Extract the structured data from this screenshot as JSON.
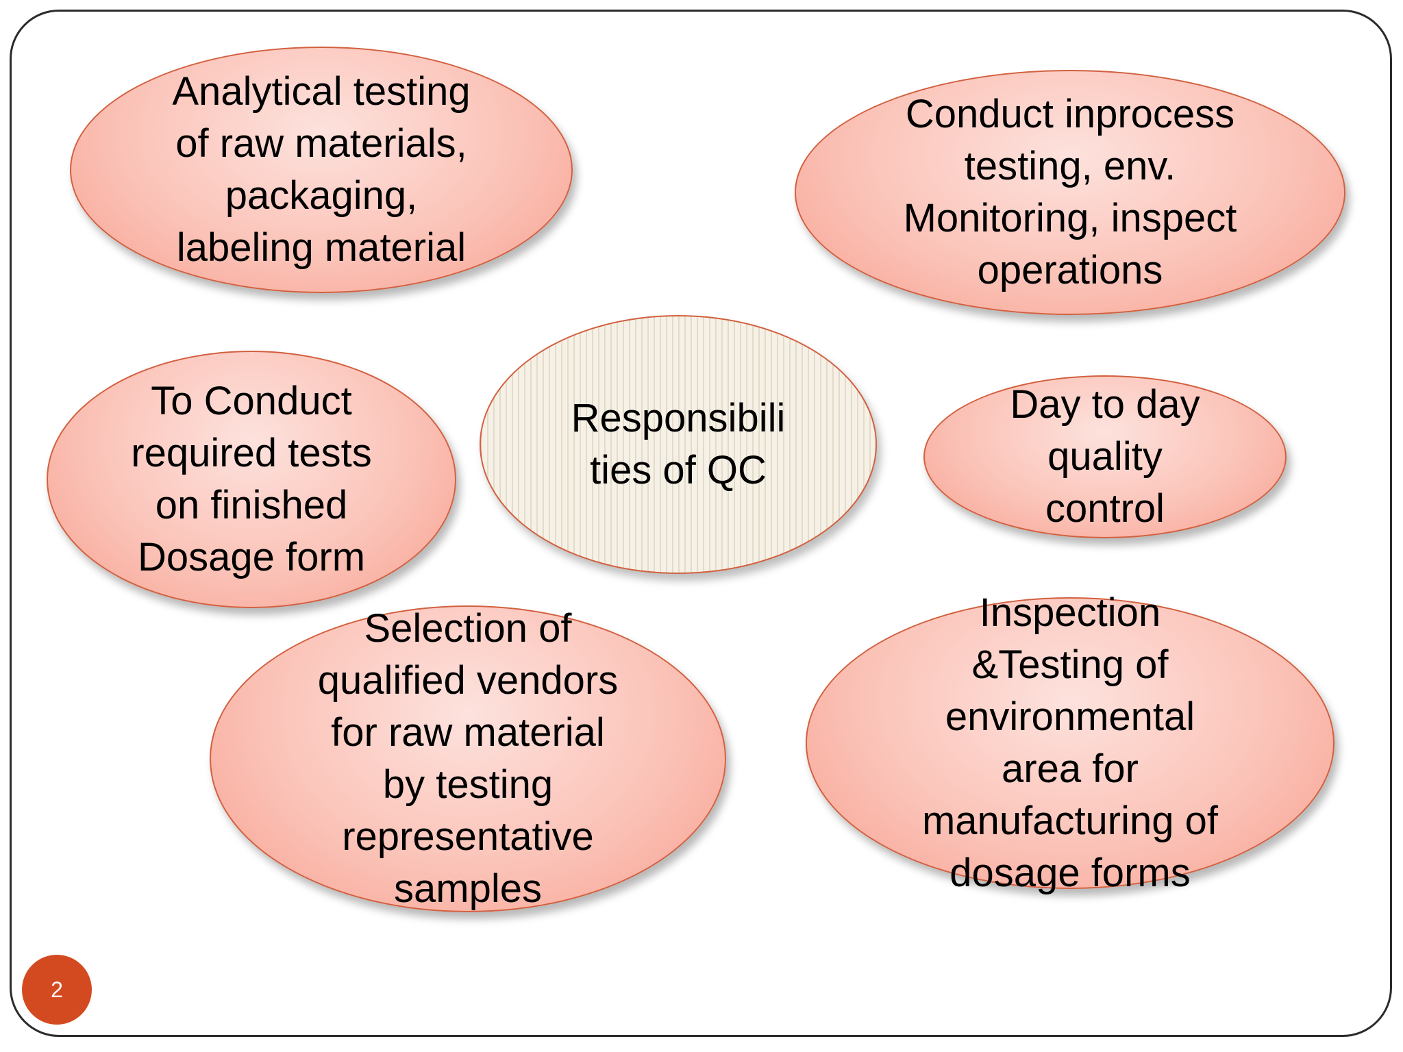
{
  "slide": {
    "page_number": "2",
    "center": {
      "label": "Responsibili\nties of QC"
    },
    "responsibilities": [
      {
        "label": "Analytical testing\nof raw materials,\npackaging,\nlabeling material"
      },
      {
        "label": "Conduct inprocess\ntesting, env.\nMonitoring, inspect\noperations"
      },
      {
        "label": "To Conduct\nrequired tests\non finished\nDosage form"
      },
      {
        "label": "Day to day\nquality\ncontrol"
      },
      {
        "label": "Selection of\nqualified vendors\nfor raw material\nby testing\nrepresentative\nsamples"
      },
      {
        "label": "Inspection\n&Testing of\nenvironmental\narea for\nmanufacturing of\ndosage forms"
      }
    ]
  },
  "colors": {
    "oval_fill": "#fbc3b8",
    "oval_border": "#d2603f",
    "center_fill": "#f2ece0",
    "page_badge": "#d44a20"
  }
}
